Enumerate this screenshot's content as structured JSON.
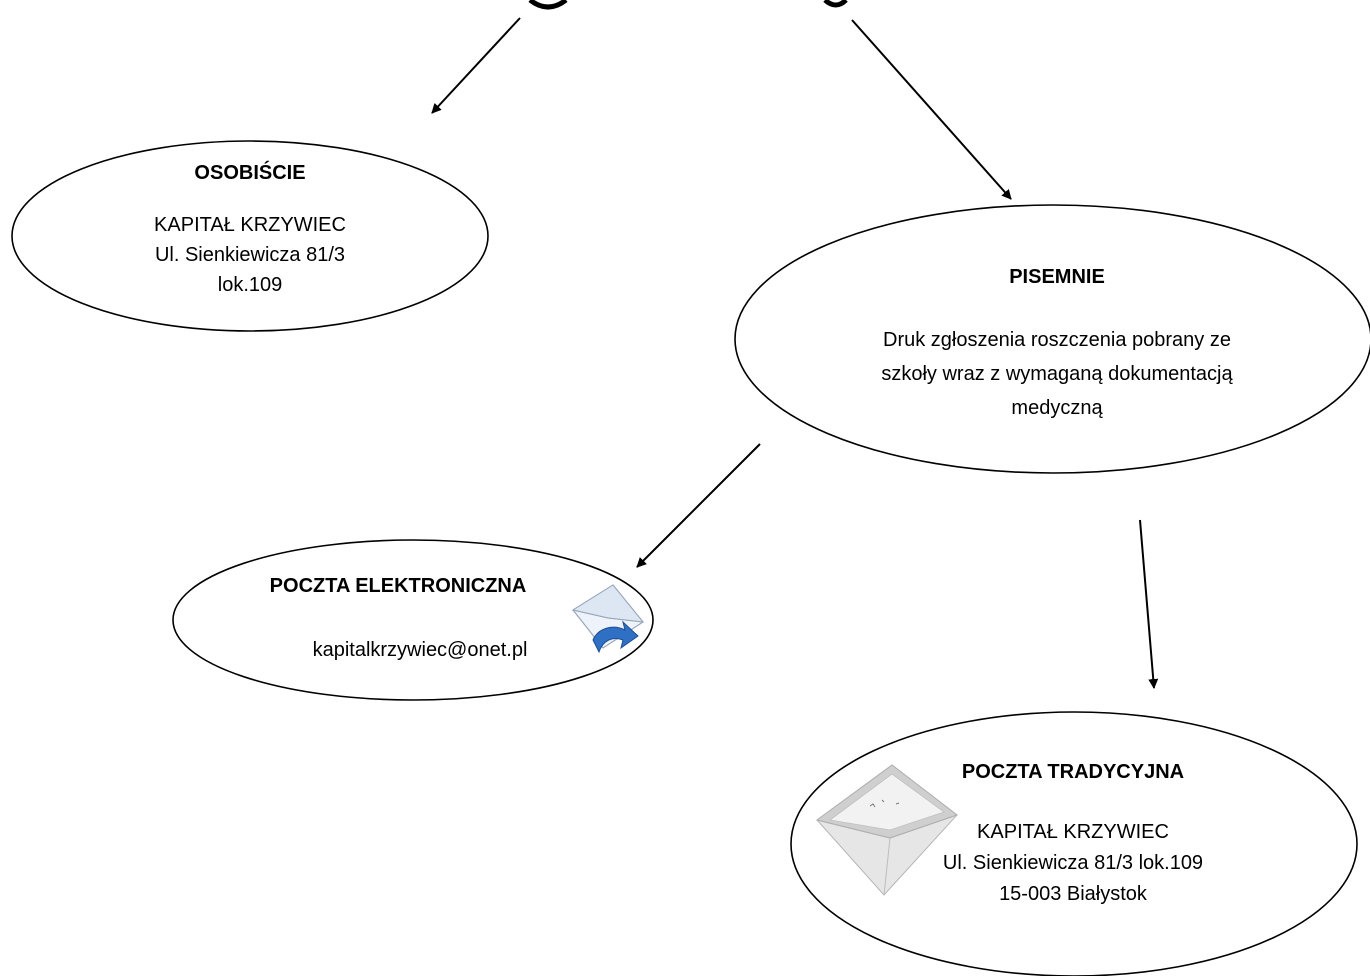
{
  "nodes": {
    "osobiscie": {
      "heading": "OSOBIŚCIE",
      "lines": [
        "KAPITAŁ KRZYWIEC",
        "Ul. Sienkiewicza 81/3",
        "lok.109"
      ]
    },
    "pisemnie": {
      "heading": "PISEMNIE",
      "lines": [
        "Druk zgłoszenia roszczenia pobrany ze",
        "szkoły wraz z wymaganą dokumentacją",
        "medyczną"
      ]
    },
    "poczta_elektroniczna": {
      "heading": "POCZTA ELEKTRONICZNA",
      "email": "kapitalkrzywiec@onet.pl",
      "icon": "email-reply-icon"
    },
    "poczta_tradycyjna": {
      "heading": "POCZTA TRADYCYJNA",
      "lines": [
        "KAPITAŁ KRZYWIEC",
        "Ul. Sienkiewicza 81/3 lok.109",
        "15-003 Białystok"
      ],
      "icon": "envelope-icon"
    }
  },
  "colors": {
    "stroke": "#000000",
    "background": "#ffffff",
    "email_icon_blue": "#2f6fc4",
    "envelope_gray": "#dcdcdc"
  }
}
